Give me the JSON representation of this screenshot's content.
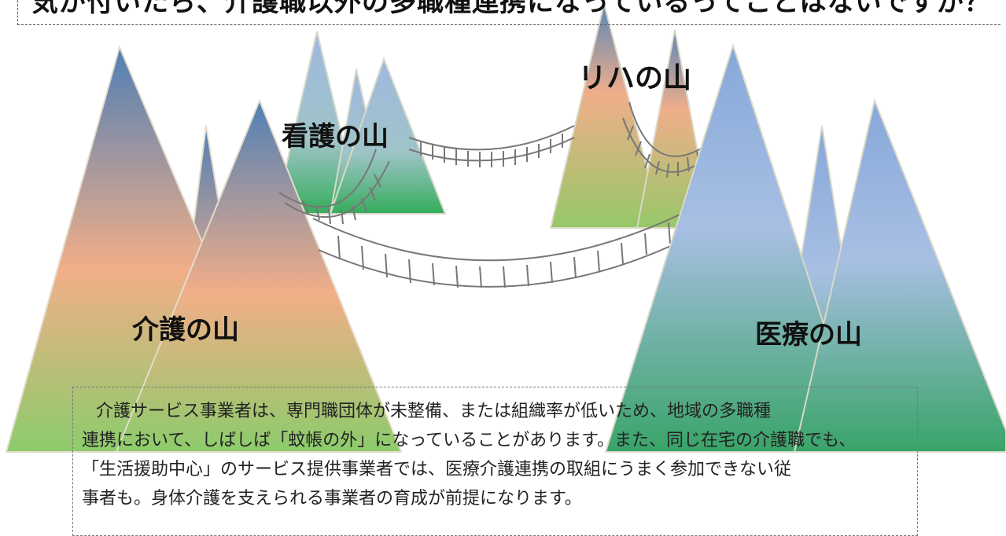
{
  "title": "気が付いたら、介護職以外の多職種連携になっているってことはないですか？",
  "labels": {
    "kaigo": "介護の山",
    "kango": "看護の山",
    "riha": "リハの山",
    "iryo": "医療の山"
  },
  "note": {
    "lines": [
      "介護サービス事業者は、専門職団体が未整備、または組織率が低いため、地域の多職種",
      "連携において、しばしば「蚊帳の外」になっていることがあります。また、同じ在宅の介護職でも、",
      "「生活援助中心」のサービス提供事業者では、医療介護連携の取組にうまく参加できない従",
      "事者も。身体介護を支えられる事業者の育成が前提になります。"
    ]
  },
  "colors": {
    "mountain_top": "#5b86b8",
    "mountain_mid": "#f0ae8a",
    "mountain_bottom": "#8dca6a",
    "right_top": "#8eaedb",
    "right_bottom": "#3aa76a",
    "bridge": "#777777"
  }
}
